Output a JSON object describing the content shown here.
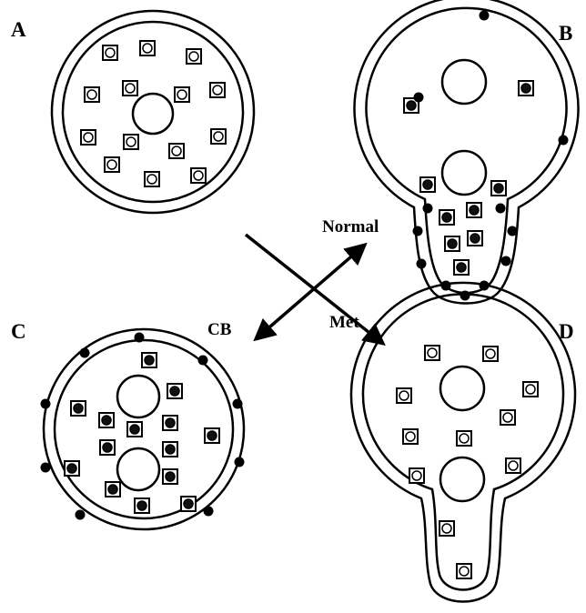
{
  "panels": {
    "a": {
      "label": "A"
    },
    "b": {
      "label": "B"
    },
    "c": {
      "label": "C"
    },
    "d": {
      "label": "D"
    }
  },
  "arrows": {
    "normal": {
      "label": "Normal"
    },
    "cb": {
      "label": "CB"
    },
    "met": {
      "label": "Met"
    }
  },
  "colors": {
    "stroke": "#000000",
    "fill": "#ffffff",
    "filled_marker": "#111111"
  },
  "legend_semantics": {
    "open_marker": "square-with-open-circle",
    "filled_marker": "square-with-filled-circle",
    "wall_dot": "filled-dot-on-wall"
  }
}
